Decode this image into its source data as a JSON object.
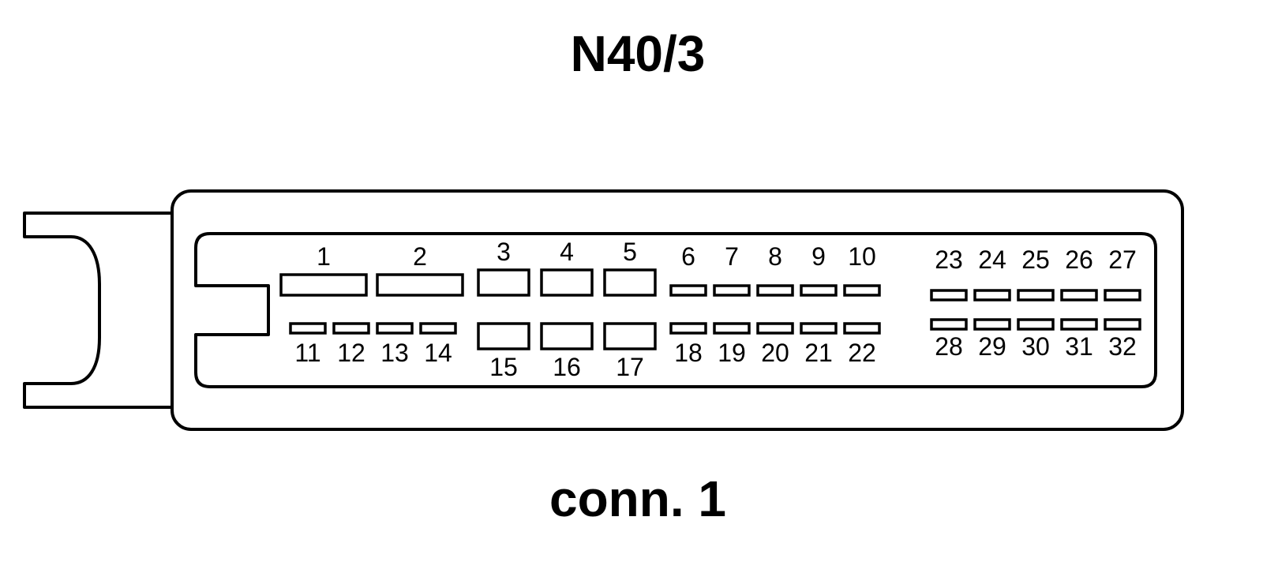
{
  "component_label": "N40/3",
  "connector_label": "conn. 1",
  "pins": [
    {
      "number": "1"
    },
    {
      "number": "2"
    },
    {
      "number": "3"
    },
    {
      "number": "4"
    },
    {
      "number": "5"
    },
    {
      "number": "6"
    },
    {
      "number": "7"
    },
    {
      "number": "8"
    },
    {
      "number": "9"
    },
    {
      "number": "10"
    },
    {
      "number": "11"
    },
    {
      "number": "12"
    },
    {
      "number": "13"
    },
    {
      "number": "14"
    },
    {
      "number": "15"
    },
    {
      "number": "16"
    },
    {
      "number": "17"
    },
    {
      "number": "18"
    },
    {
      "number": "19"
    },
    {
      "number": "20"
    },
    {
      "number": "21"
    },
    {
      "number": "22"
    },
    {
      "number": "23"
    },
    {
      "number": "24"
    },
    {
      "number": "25"
    },
    {
      "number": "26"
    },
    {
      "number": "27"
    },
    {
      "number": "28"
    },
    {
      "number": "29"
    },
    {
      "number": "30"
    },
    {
      "number": "31"
    },
    {
      "number": "32"
    }
  ]
}
